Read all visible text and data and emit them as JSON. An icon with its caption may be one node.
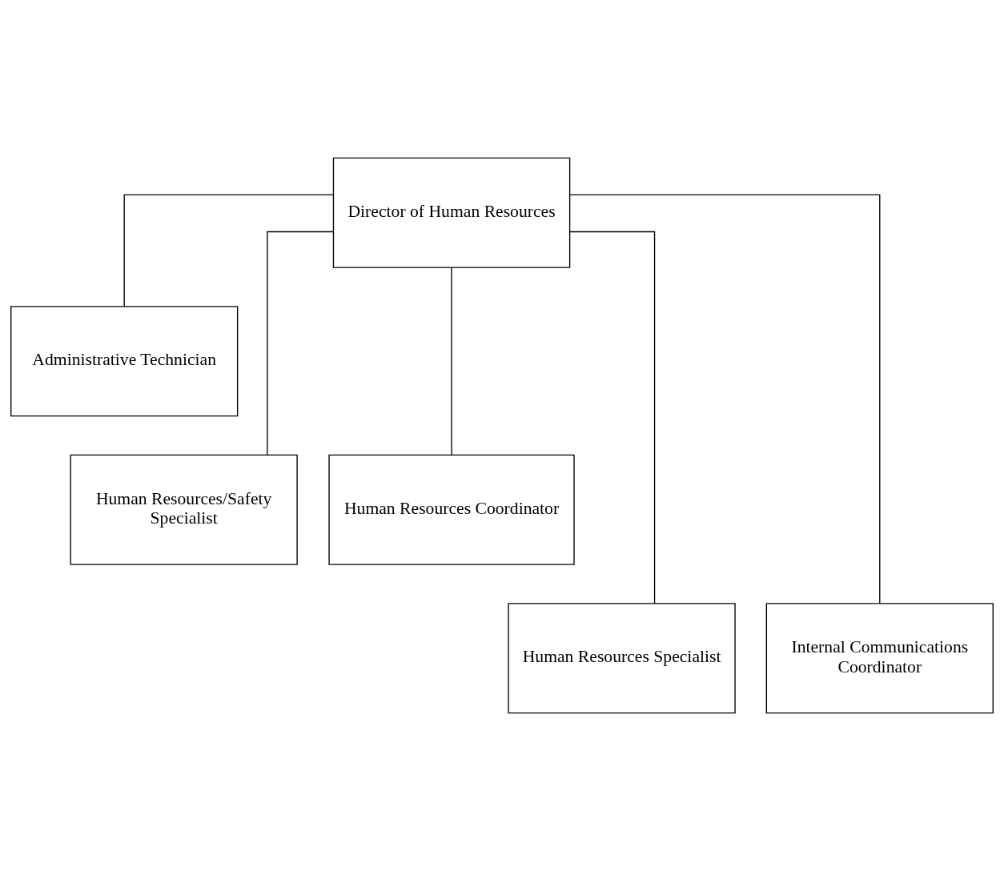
{
  "diagram": {
    "nodes": [
      {
        "text": [
          "Director of Human Resources"
        ]
      },
      {
        "text": [
          "Administrative Technician"
        ]
      },
      {
        "text": [
          "Human Resources/Safety Specialist"
        ]
      },
      {
        "text": [
          "Human Resources Coordinator"
        ]
      },
      {
        "text": [
          "Human Resources Specialist"
        ]
      },
      {
        "text": [
          "Internal Communications Coordinator"
        ]
      }
    ],
    "edges": [
      {
        "from": 0,
        "to": 1,
        "arrow": "none"
      },
      {
        "from": 0,
        "to": 2,
        "arrow": "none"
      },
      {
        "from": 0,
        "to": 3,
        "arrow": "none"
      },
      {
        "from": 0,
        "to": 4,
        "arrow": "none"
      },
      {
        "from": 0,
        "to": 5,
        "arrow": "none"
      }
    ]
  }
}
